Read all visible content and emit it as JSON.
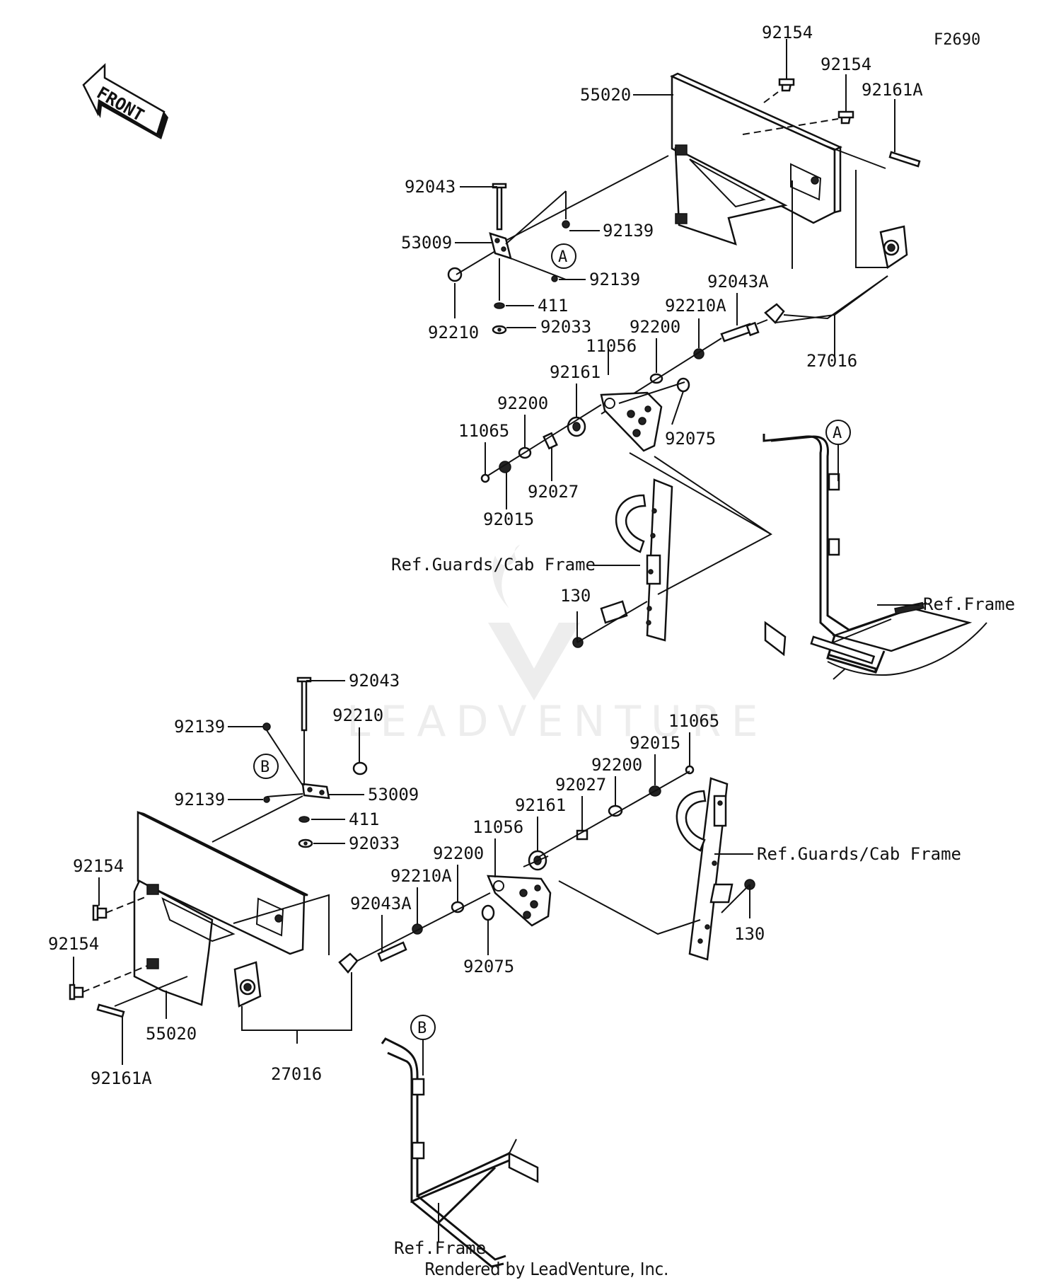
{
  "figure_code": "F2690",
  "front_arrow_text": "FRONT",
  "watermark": "LEADVENTURE",
  "credit": "Rendered by LeadVenture, Inc.",
  "callouts": {
    "a": "A",
    "b": "B"
  },
  "top_assembly": {
    "p92154_a": "92154",
    "p92154_b": "92154",
    "p55020": "55020",
    "p92161A": "92161A",
    "p92043": "92043",
    "p53009": "53009",
    "p92139_a": "92139",
    "p92139_b": "92139",
    "p92210": "92210",
    "p411": "411",
    "p92033": "92033",
    "p92043A": "92043A",
    "p92210A": "92210A",
    "p92200_a": "92200",
    "p11056": "11056",
    "p27016": "27016",
    "p92161": "92161",
    "p92200_b": "92200",
    "p11065": "11065",
    "p92075": "92075",
    "p92027": "92027",
    "p92015": "92015",
    "ref_guards": "Ref.Guards/Cab Frame",
    "p130": "130",
    "ref_frame": "Ref.Frame"
  },
  "bottom_assembly": {
    "p92043": "92043",
    "p92210": "92210",
    "p92139_a": "92139",
    "p53009": "53009",
    "p92139_b": "92139",
    "p411": "411",
    "p92033": "92033",
    "p11065": "11065",
    "p92015": "92015",
    "p92200_a": "92200",
    "p92027": "92027",
    "p92161": "92161",
    "p11056": "11056",
    "p92200_b": "92200",
    "p92210A": "92210A",
    "p92043A": "92043A",
    "p92154_a": "92154",
    "p92154_b": "92154",
    "p55020": "55020",
    "p92161A": "92161A",
    "p27016": "27016",
    "p92075": "92075",
    "ref_guards": "Ref.Guards/Cab Frame",
    "p130": "130",
    "ref_frame": "Ref.Frame"
  }
}
